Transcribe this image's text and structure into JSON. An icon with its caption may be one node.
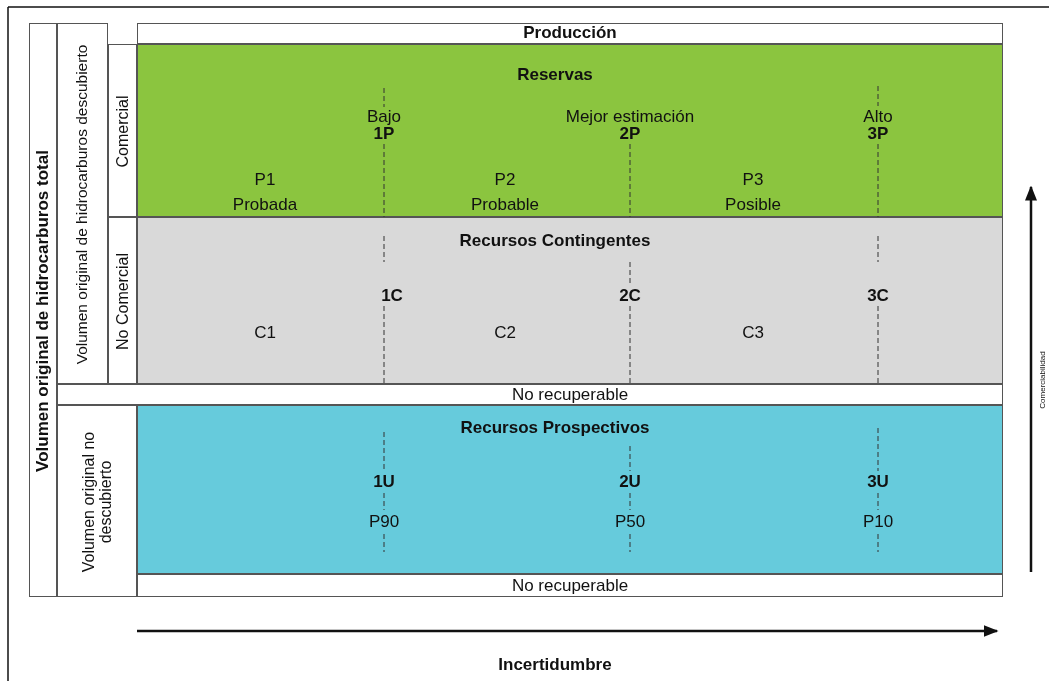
{
  "diagram": {
    "nodes": [
      {
        "text": [
          "Volumen original de hidrocarburos total"
        ]
      },
      {
        "text": [
          "Volumen original de hidrocarburos descubierto"
        ]
      },
      {
        "text": [
          "Comercial"
        ]
      },
      {
        "text": [
          "No Comercial"
        ]
      },
      {
        "text": [
          "Volumen original no descubierto"
        ]
      },
      {
        "text": [
          "Producción"
        ]
      },
      {
        "text": [
          "Reservas",
          "Bajo",
          "1P",
          "Mejor estimación",
          "2P",
          "Alto",
          "3P",
          "P1 Probada",
          "P2 Probable",
          "P3 Posible"
        ]
      },
      {
        "text": [
          "Recursos Contingentes",
          "1C",
          "2C",
          "3C",
          "C1",
          "C2",
          "C3"
        ]
      },
      {
        "text": [
          "No recuperable"
        ]
      },
      {
        "text": [
          "Recursos Prospectivos",
          "1U",
          "P90",
          "2U",
          "P50",
          "3U",
          "P10"
        ]
      },
      {
        "text": [
          "No recuperable"
        ]
      }
    ],
    "edges": [],
    "labels": [
      "Comerciabilidad",
      "Incertidumbre"
    ]
  }
}
